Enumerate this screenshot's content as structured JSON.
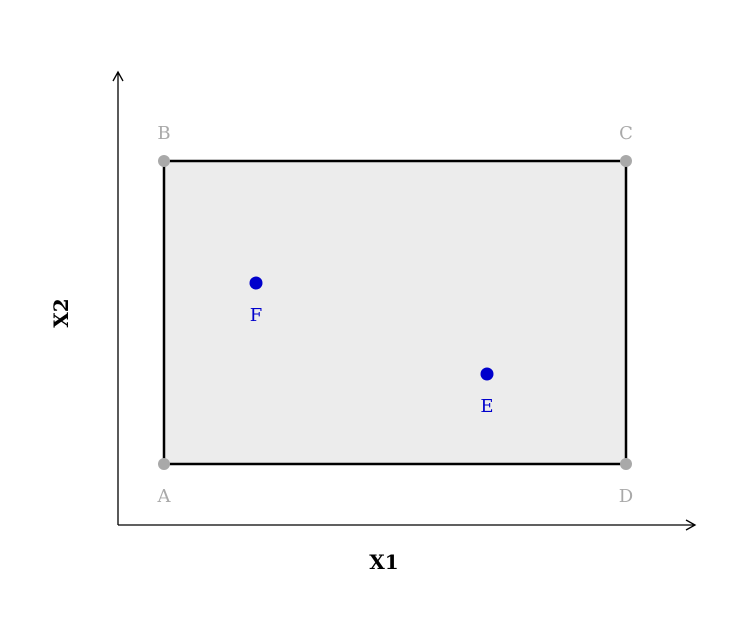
{
  "diagram": {
    "axes": {
      "x_label": "X1",
      "y_label": "X2"
    },
    "rectangle_fill": "#ececec",
    "corner_color": "#a9a9a9",
    "point_color": "#0000cc",
    "corners": [
      {
        "label": "A"
      },
      {
        "label": "B"
      },
      {
        "label": "C"
      },
      {
        "label": "D"
      }
    ],
    "points": [
      {
        "label": "F"
      },
      {
        "label": "E"
      }
    ]
  }
}
